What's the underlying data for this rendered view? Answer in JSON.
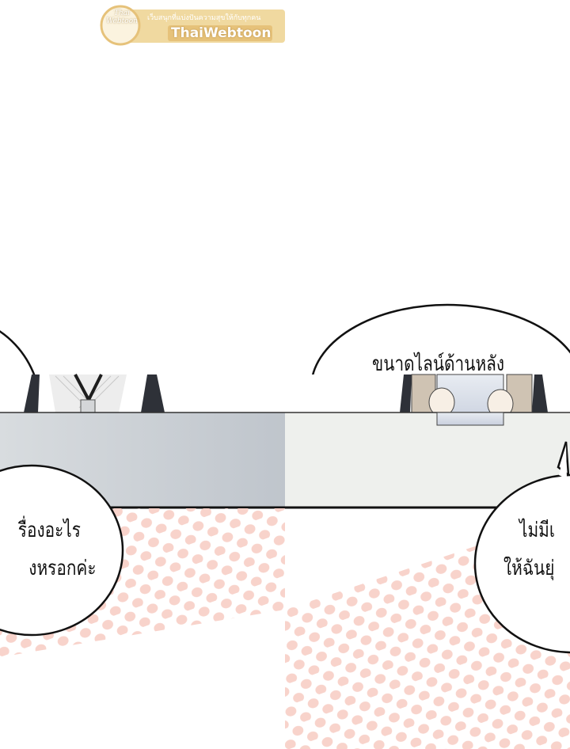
{
  "watermark": {
    "logo_text": "Thai Webtoon",
    "tagline": "เว็บสนุกที่แบ่งปันความสุขให้กับทุกคน",
    "title": "ThaiWebtoon"
  },
  "bubbles": {
    "top_right": "ขนาดไลน์ด้านหลัง",
    "bottom_left": [
      "รื่องอะไร",
      "งหรอกค่ะ"
    ],
    "bottom_right": [
      "ไม่มีเ",
      "ให้ฉันยุ่"
    ]
  },
  "colors": {
    "dots": "#f8d3cb",
    "desk_left": "#c5cacf",
    "desk_right": "#eef0ed",
    "watermark": "#f0d9a0"
  }
}
